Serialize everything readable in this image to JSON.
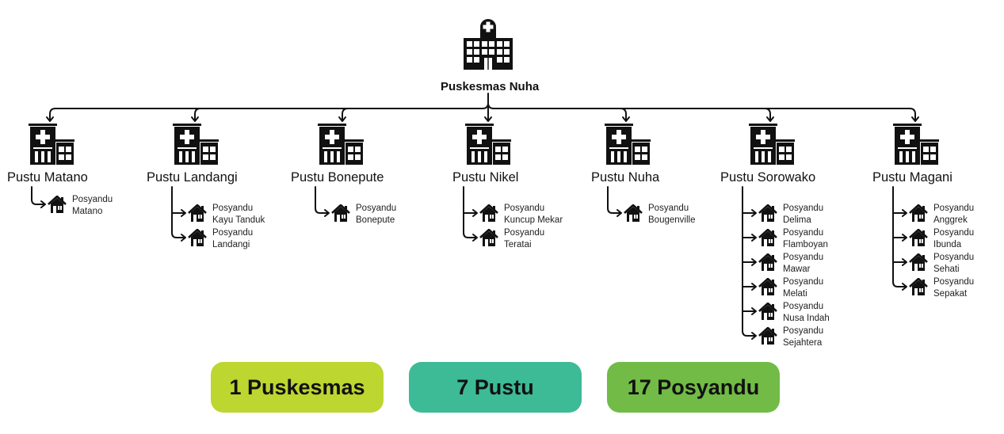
{
  "root": {
    "label": "Puskesmas Nuha",
    "icon": "hospital-icon"
  },
  "pustu": [
    {
      "label": "Pustu Matano",
      "posyandu": [
        [
          "Posyandu",
          "Matano"
        ]
      ]
    },
    {
      "label": "Pustu Landangi",
      "posyandu": [
        [
          "Posyandu",
          "Kayu Tanduk"
        ],
        [
          "Posyandu",
          "Landangi"
        ]
      ]
    },
    {
      "label": "Pustu Bonepute",
      "posyandu": [
        [
          "Posyandu",
          "Bonepute"
        ]
      ]
    },
    {
      "label": "Pustu Nikel",
      "posyandu": [
        [
          "Posyandu",
          "Kuncup Mekar"
        ],
        [
          "Posyandu",
          "Teratai"
        ]
      ]
    },
    {
      "label": "Pustu Nuha",
      "posyandu": [
        [
          "Posyandu",
          "Bougenville"
        ]
      ]
    },
    {
      "label": "Pustu Sorowako",
      "posyandu": [
        [
          "Posyandu",
          "Delima"
        ],
        [
          "Posyandu",
          "Flamboyan"
        ],
        [
          "Posyandu",
          "Mawar"
        ],
        [
          "Posyandu",
          "Melati"
        ],
        [
          "Posyandu",
          "Nusa Indah"
        ],
        [
          "Posyandu",
          "Sejahtera"
        ]
      ]
    },
    {
      "label": "Pustu Magani",
      "posyandu": [
        [
          "Posyandu",
          "Anggrek"
        ],
        [
          "Posyandu",
          "Ibunda"
        ],
        [
          "Posyandu",
          "Sehati"
        ],
        [
          "Posyandu",
          "Sepakat"
        ]
      ]
    }
  ],
  "summary": [
    {
      "label": "1 Puskesmas",
      "color": "#bdd630"
    },
    {
      "label": "7 Pustu",
      "color": "#3dba96"
    },
    {
      "label": "17 Posyandu",
      "color": "#71bb46"
    }
  ],
  "icons": {
    "pustu": "clinic-icon",
    "posyandu": "house-icon"
  },
  "colors": {
    "line": "#111111"
  }
}
